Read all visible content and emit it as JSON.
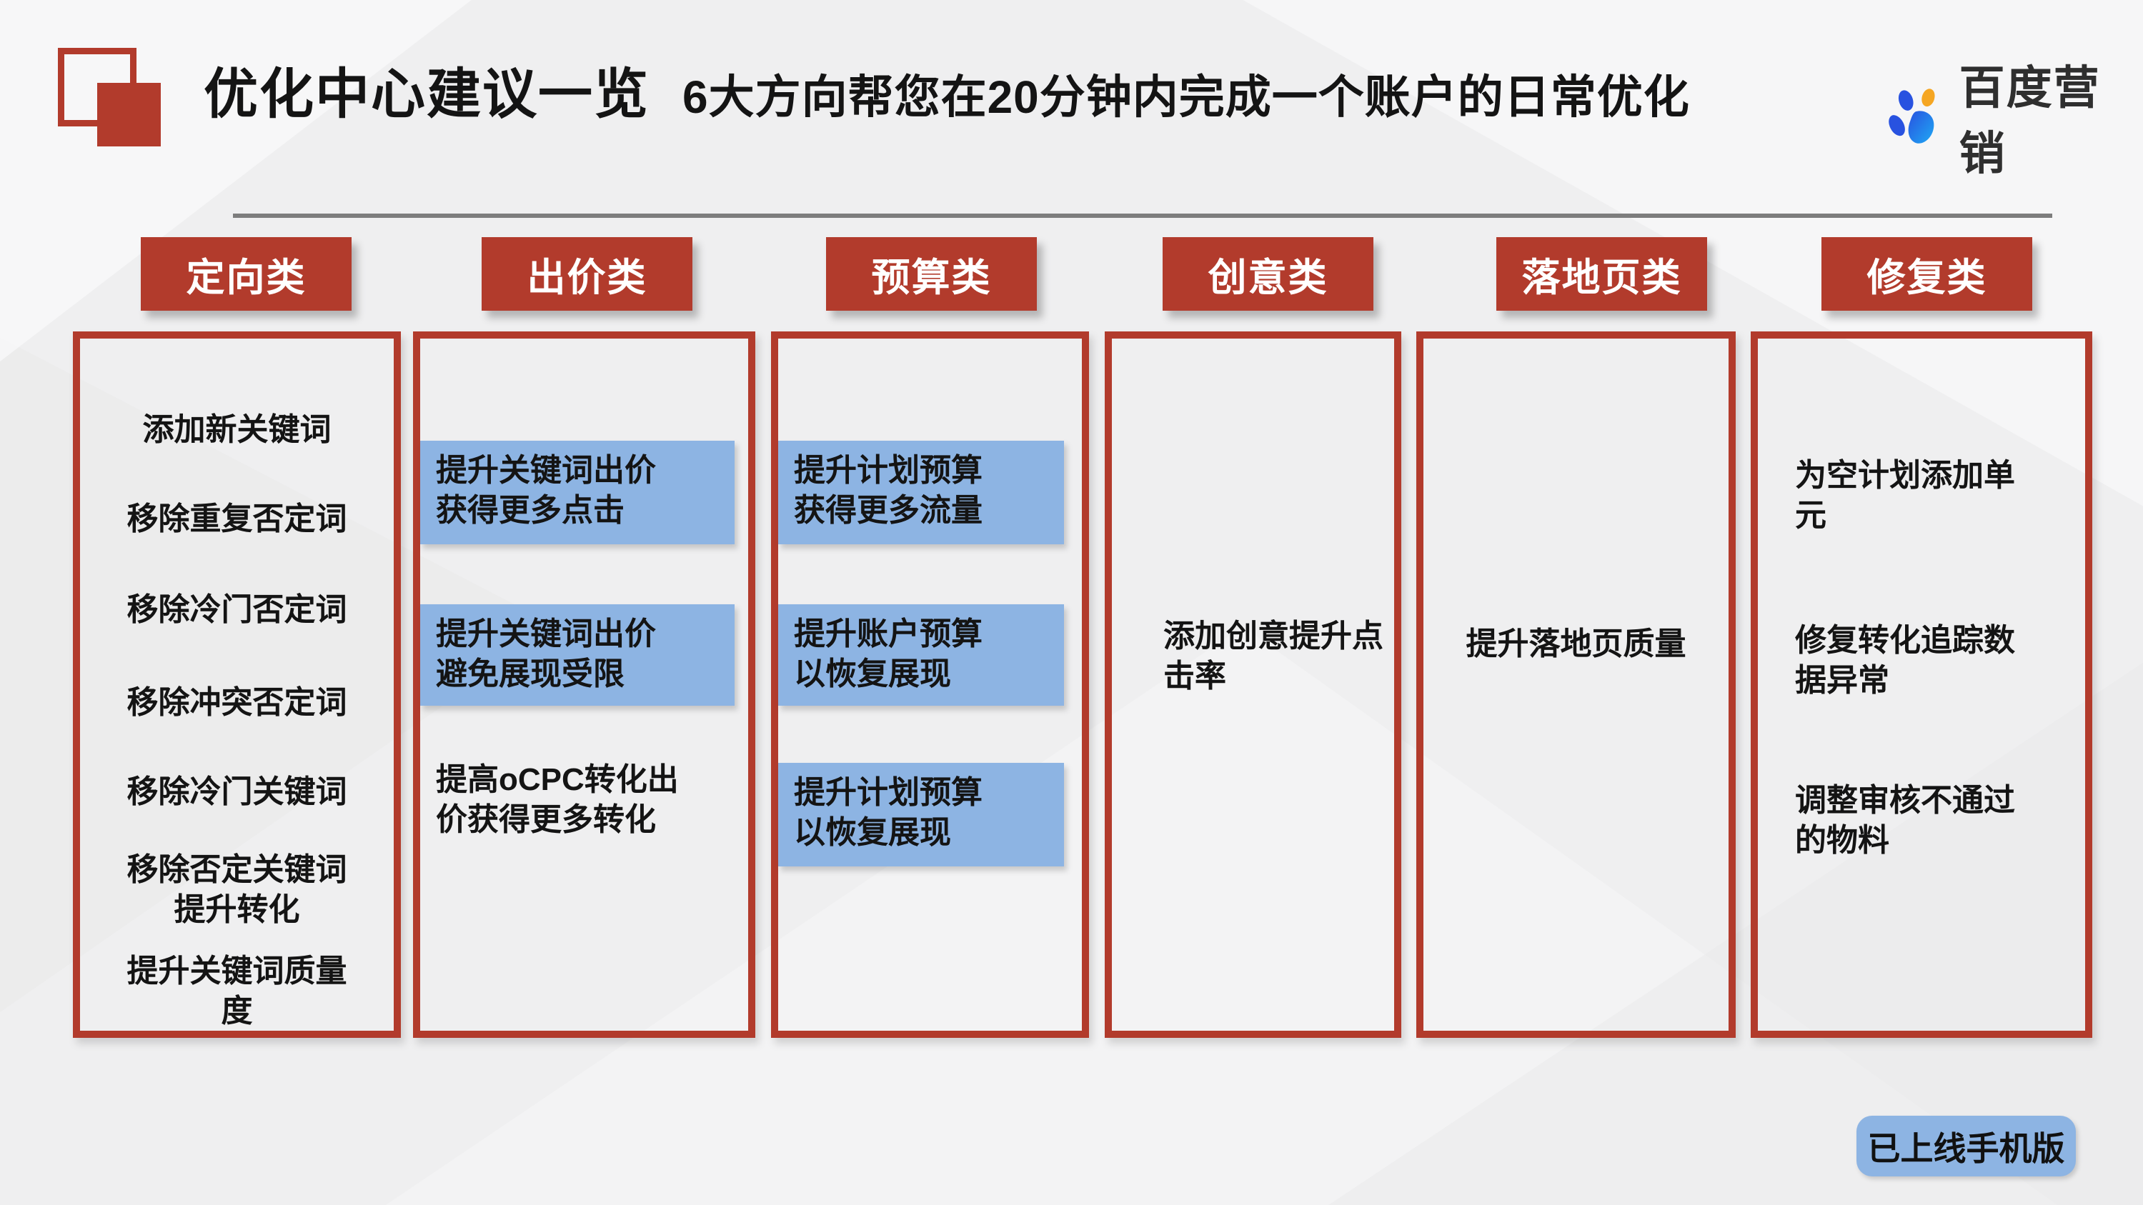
{
  "title": {
    "main": "优化中心建议一览",
    "subtitle": "6大方向帮您在20分钟内完成一个账户的日常优化"
  },
  "brand": {
    "name": "百度营销"
  },
  "badge": {
    "label": "已上线手机版"
  },
  "colors": {
    "accent_red": "#B23B2C",
    "highlight_blue": "#8DB4E3",
    "background": "#EFEFF0",
    "logo_blue": "#2852E0",
    "logo_orange": "#F5A623",
    "logo_cyan": "#1FA9F4"
  },
  "columns": [
    {
      "header": "定向类",
      "items": [
        {
          "text": "添加新关键词",
          "highlight": false
        },
        {
          "text": "移除重复否定词",
          "highlight": false
        },
        {
          "text": "移除冷门否定词",
          "highlight": false
        },
        {
          "text": "移除冲突否定词",
          "highlight": false
        },
        {
          "text": "移除冷门关键词",
          "highlight": false
        },
        {
          "text": "移除否定关键词\n提升转化",
          "highlight": false
        },
        {
          "text": "提升关键词质量\n度",
          "highlight": false
        }
      ]
    },
    {
      "header": "出价类",
      "items": [
        {
          "text": "提升关键词出价\n获得更多点击",
          "highlight": true
        },
        {
          "text": "提升关键词出价\n避免展现受限",
          "highlight": true
        },
        {
          "text": "提高oCPC转化出\n价获得更多转化",
          "highlight": false
        }
      ]
    },
    {
      "header": "预算类",
      "items": [
        {
          "text": "提升计划预算\n获得更多流量",
          "highlight": true
        },
        {
          "text": "提升账户预算\n以恢复展现",
          "highlight": true
        },
        {
          "text": "提升计划预算\n以恢复展现",
          "highlight": true
        }
      ]
    },
    {
      "header": "创意类",
      "items": [
        {
          "text": "添加创意提升点\n击率",
          "highlight": false
        }
      ]
    },
    {
      "header": "落地页类",
      "items": [
        {
          "text": "提升落地页质量",
          "highlight": false
        }
      ]
    },
    {
      "header": "修复类",
      "items": [
        {
          "text": "为空计划添加单\n元",
          "highlight": false
        },
        {
          "text": "修复转化追踪数\n据异常",
          "highlight": false
        },
        {
          "text": "调整审核不通过\n的物料",
          "highlight": false
        }
      ]
    }
  ]
}
